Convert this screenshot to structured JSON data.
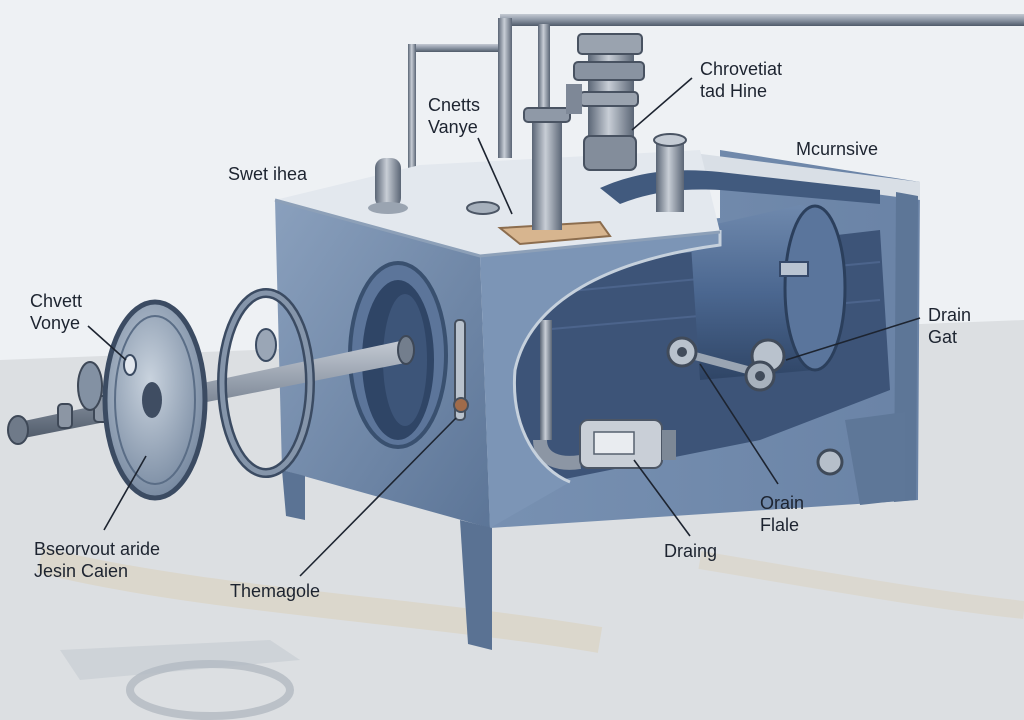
{
  "colors": {
    "background": "#e9edf1",
    "floor": "#dcdfe2",
    "tank_front": "#6d86a8",
    "tank_side": "#7f97b6",
    "tank_top": "#e3e8ee",
    "interior": "#3d5478",
    "metal": "#8e98a6",
    "text": "#1d2430"
  },
  "labels": {
    "chronovetiat": {
      "line1": "Chrovetiat",
      "line2": "tad Hine"
    },
    "cnetts": {
      "line1": "Cnetts",
      "line2": "Vanye"
    },
    "mcurnsive": "Mcurnsive",
    "swet_ihea": "Swet ihea",
    "chvett": {
      "line1": "Chvett",
      "line2": "Vonye"
    },
    "drain_gat": {
      "line1": "Drain",
      "line2": "Gat"
    },
    "orain_flale": {
      "line1": "Orain",
      "line2": "Flale"
    },
    "draing": "Draing",
    "thematgole": "Themagole",
    "bseorvout": {
      "line1": "Bseorvout aride",
      "line2": "Jesin Caien"
    }
  }
}
